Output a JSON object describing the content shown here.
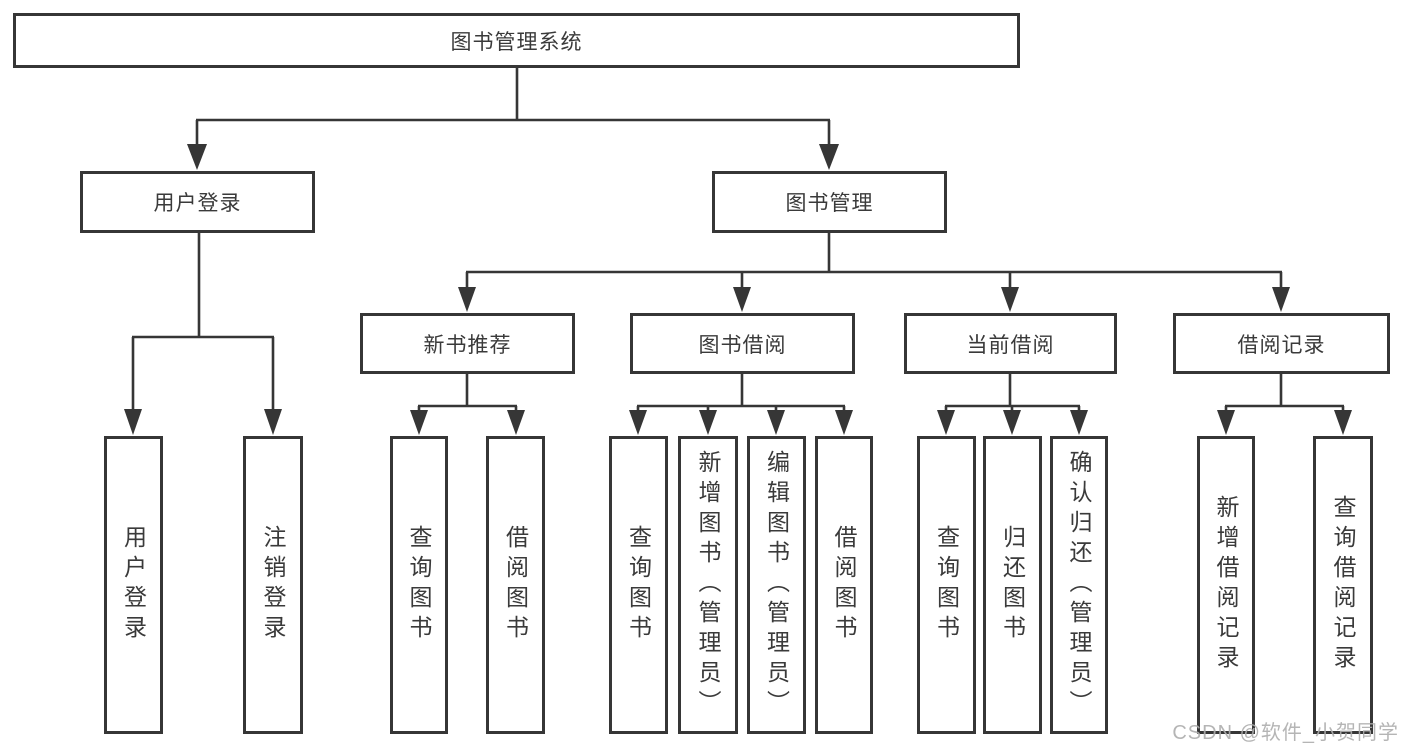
{
  "diagram": {
    "title": "图书管理系统",
    "root": {
      "label": "图书管理系统"
    },
    "level2": {
      "user_login": {
        "label": "用户登录"
      },
      "book_management": {
        "label": "图书管理"
      }
    },
    "level3": {
      "new_book_recommend": {
        "label": "新书推荐"
      },
      "book_borrow": {
        "label": "图书借阅"
      },
      "current_borrow": {
        "label": "当前借阅"
      },
      "borrow_record": {
        "label": "借阅记录"
      }
    },
    "leaves": {
      "user_login": [
        "用户登录",
        "注销登录"
      ],
      "new_book_recommend": [
        "查询图书",
        "借阅图书"
      ],
      "book_borrow": [
        "查询图书",
        "新增图书（管理员）",
        "编辑图书（管理员）",
        "借阅图书"
      ],
      "current_borrow": [
        "查询图书",
        "归还图书",
        "确认归还（管理员）"
      ],
      "borrow_record": [
        "新增借阅记录",
        "查询借阅记录"
      ]
    }
  },
  "watermark": {
    "text": "CSDN @软件_小贺同学"
  },
  "colors": {
    "line": "#363636",
    "box_border": "#363636",
    "text": "#3a3a3a",
    "watermark": "#aeaeae",
    "background": "#ffffff"
  }
}
